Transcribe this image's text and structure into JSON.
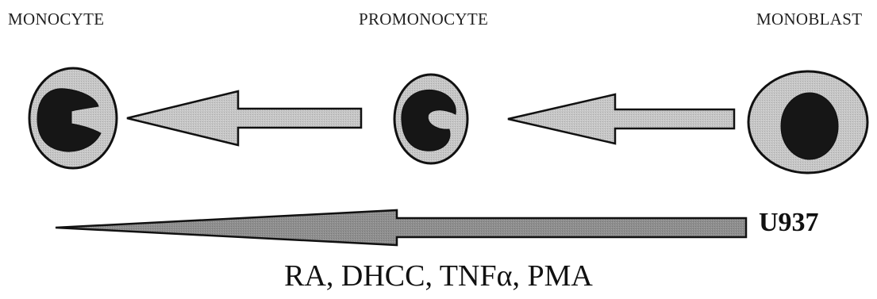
{
  "stages": {
    "monocyte": "MONOCYTE",
    "promonocyte": "PROMONOCYTE",
    "monoblast": "MONOBLAST"
  },
  "cell_line": "U937",
  "inducers": "RA, DHCC, TNFα, PMA",
  "colors": {
    "cell_body": "#c9c9c9",
    "nucleus": "#161616",
    "outline": "#111111",
    "step_arrow": "#bdbdbd",
    "main_arrow": "#8a8a8a"
  }
}
